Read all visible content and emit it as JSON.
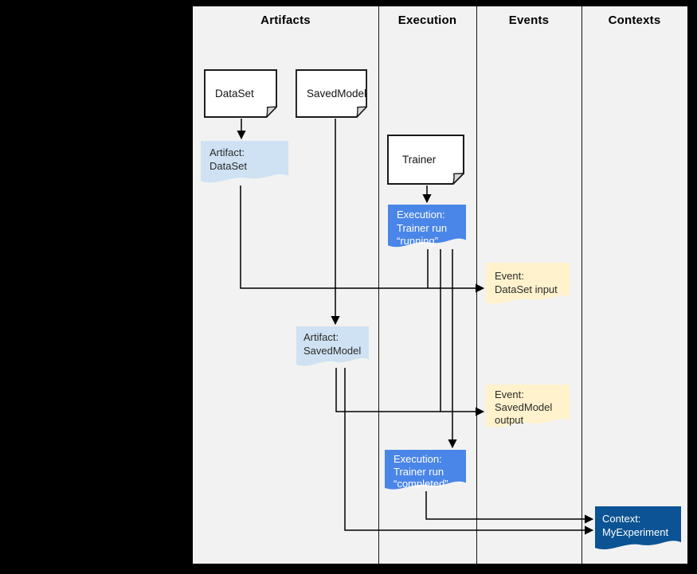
{
  "columns": [
    {
      "label": "Artifacts"
    },
    {
      "label": "Execution"
    },
    {
      "label": "Events"
    },
    {
      "label": "Contexts"
    }
  ],
  "docs": {
    "dataset": {
      "label": "DataSet"
    },
    "savedmodel": {
      "label": "SavedModel"
    },
    "trainer": {
      "label": "Trainer"
    }
  },
  "notes": {
    "artifact_dataset": {
      "lines": [
        "Artifact:",
        "DataSet"
      ],
      "color": "#cfe2f3"
    },
    "exec_running": {
      "lines": [
        "Execution:",
        "Trainer run",
        "“running”"
      ],
      "color": "#4a86e8"
    },
    "event_dataset_input": {
      "lines": [
        "Event:",
        "DataSet input"
      ],
      "color": "#fff2cc"
    },
    "artifact_savedmodel": {
      "lines": [
        "Artifact:",
        "SavedModel"
      ],
      "color": "#cfe2f3"
    },
    "event_savedmodel_output": {
      "lines": [
        "Event:",
        "SavedModel",
        "output"
      ],
      "color": "#fff2cc"
    },
    "exec_completed": {
      "lines": [
        "Execution:",
        "Trainer run",
        "“completed”"
      ],
      "color": "#4a86e8"
    },
    "context_myexperiment": {
      "lines": [
        "Context:",
        "MyExperiment"
      ],
      "color": "#0b5394"
    }
  },
  "colors": {
    "canvas_background": "#000000",
    "diagram_background": "#f2f2f2",
    "artifact_fill": "#cfe2f3",
    "execution_fill": "#4a86e8",
    "event_fill": "#fff2cc",
    "context_fill": "#0b5394",
    "line_color": "#000000"
  }
}
